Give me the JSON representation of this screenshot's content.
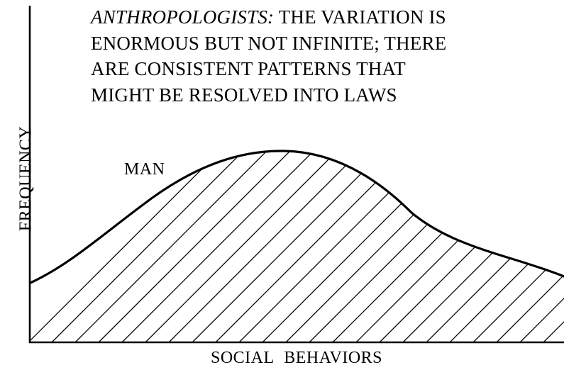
{
  "caption": {
    "lead": "ANTHROPOLOGISTS:",
    "line1_rest": " THE VARIATION IS",
    "line2": "ENORMOUS BUT NOT INFINITE; THERE",
    "line3": "ARE CONSISTENT PATTERNS THAT",
    "line4": "MIGHT BE RESOLVED INTO LAWS"
  },
  "axes": {
    "ylabel": "FREQUENCY",
    "xlabel": "SOCIAL BEHAVIORS"
  },
  "curve": {
    "label": "MAN",
    "shape": "bell-shaped",
    "fill": "diagonal-hatch"
  },
  "colors": {
    "ink": "#000000",
    "background": "#ffffff"
  }
}
